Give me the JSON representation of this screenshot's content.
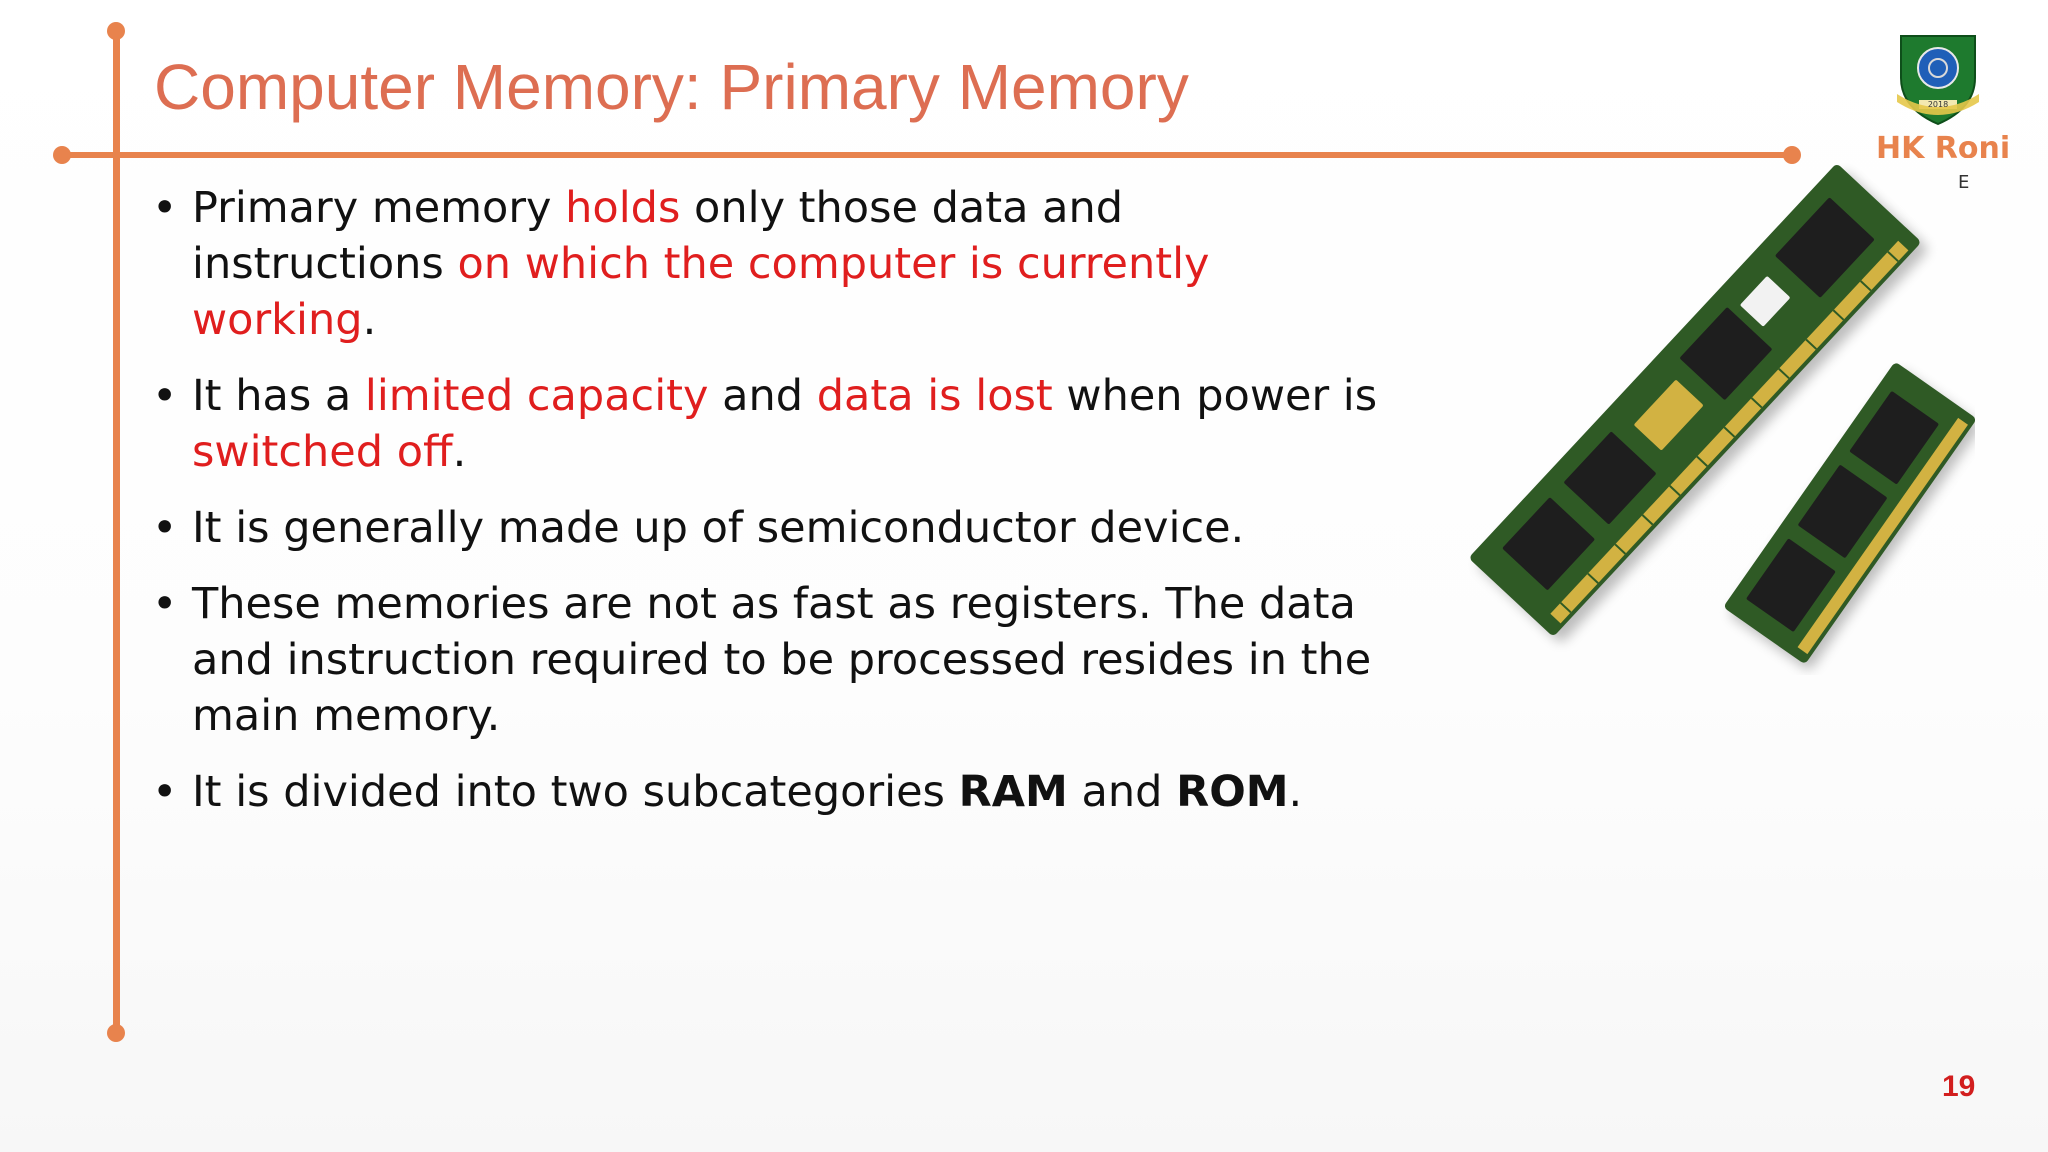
{
  "colors": {
    "accent": "#E8834D",
    "title": "#DD6E52",
    "highlight": "#E01E1E",
    "text": "#111111",
    "page_number": "#D21E1E",
    "pcb_green": "#2F5A25",
    "chip_black": "#1E1E1E",
    "gold": "#D2B242"
  },
  "slide": {
    "title": "Computer Memory: Primary Memory",
    "page_number": "19",
    "author_fragment": "HK Roni",
    "dept_fragment": "E",
    "logo": {
      "icon": "university-seal-icon",
      "year": "2018"
    },
    "image": {
      "icon": "ram-modules-image"
    }
  },
  "bullets": [
    {
      "segments": [
        {
          "text": "Primary memory ",
          "style": "normal"
        },
        {
          "text": "holds",
          "style": "highlight"
        },
        {
          "text": " only those data and instructions ",
          "style": "normal"
        },
        {
          "text": "on which the computer is currently working",
          "style": "highlight"
        },
        {
          "text": ".",
          "style": "normal"
        }
      ]
    },
    {
      "segments": [
        {
          "text": "It has a ",
          "style": "normal"
        },
        {
          "text": "limited capacity",
          "style": "highlight"
        },
        {
          "text": " and ",
          "style": "normal"
        },
        {
          "text": "data is lost",
          "style": "highlight"
        },
        {
          "text": " when power is ",
          "style": "normal"
        },
        {
          "text": "switched off",
          "style": "highlight"
        },
        {
          "text": ".",
          "style": "normal"
        }
      ]
    },
    {
      "segments": [
        {
          "text": "It is generally made up of semiconductor device.",
          "style": "normal"
        }
      ]
    },
    {
      "segments": [
        {
          "text": "These memories are not as fast as registers. The data and instruction required to be processed resides in the main memory.",
          "style": "normal"
        }
      ]
    },
    {
      "segments": [
        {
          "text": "It is divided into two subcategories ",
          "style": "normal"
        },
        {
          "text": "RAM",
          "style": "bold"
        },
        {
          "text": " and ",
          "style": "normal"
        },
        {
          "text": "ROM",
          "style": "bold"
        },
        {
          "text": ".",
          "style": "normal"
        }
      ]
    }
  ]
}
